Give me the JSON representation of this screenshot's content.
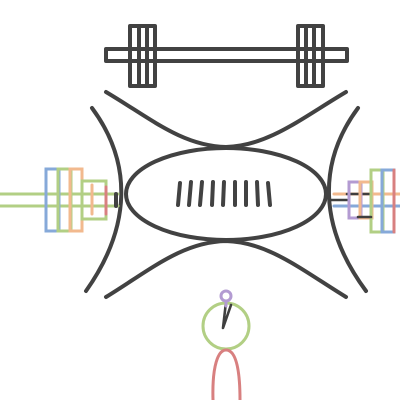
{
  "figure": {
    "background": "#ffffff",
    "palette": {
      "ink": "#424242",
      "green": "#b2cf84",
      "blue": "#86a9d9",
      "orange": "#f2b98e",
      "red": "#d88080",
      "purple": "#b39bd2",
      "gold": "#e4c77d"
    },
    "elements": {
      "barbell": "barbell-icon",
      "stadium_curves": "curved-field-lines",
      "ball": "football-icon",
      "left_weights": "colored-weight-plates-left",
      "right_weights": "colored-weight-plates-right",
      "pointer": "pin-marker-icon",
      "lower_loop": "red-loop"
    }
  }
}
